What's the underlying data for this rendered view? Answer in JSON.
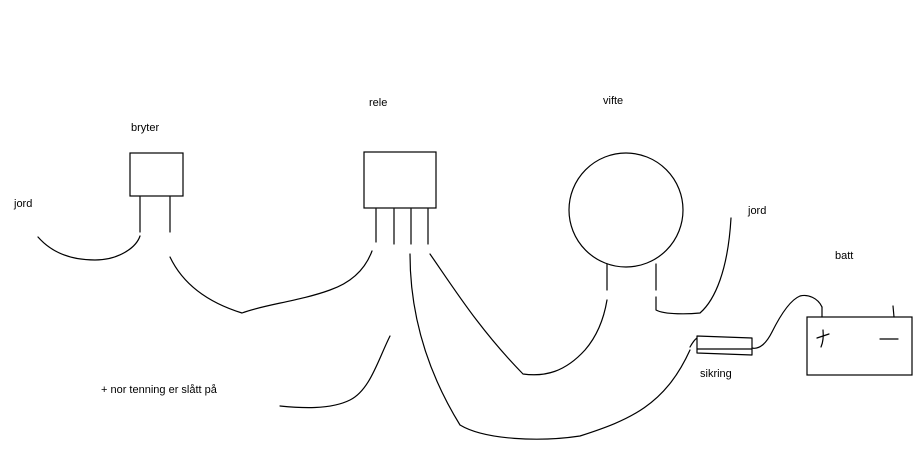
{
  "labels": {
    "bryter": "bryter",
    "rele": "rele",
    "vifte": "vifte",
    "jord_left": "jord",
    "jord_right": "jord",
    "batt": "batt",
    "sikring": "sikring",
    "note": "+ nor tenning er slått på"
  },
  "colors": {
    "ink": "#000000",
    "background": "#ffffff"
  }
}
